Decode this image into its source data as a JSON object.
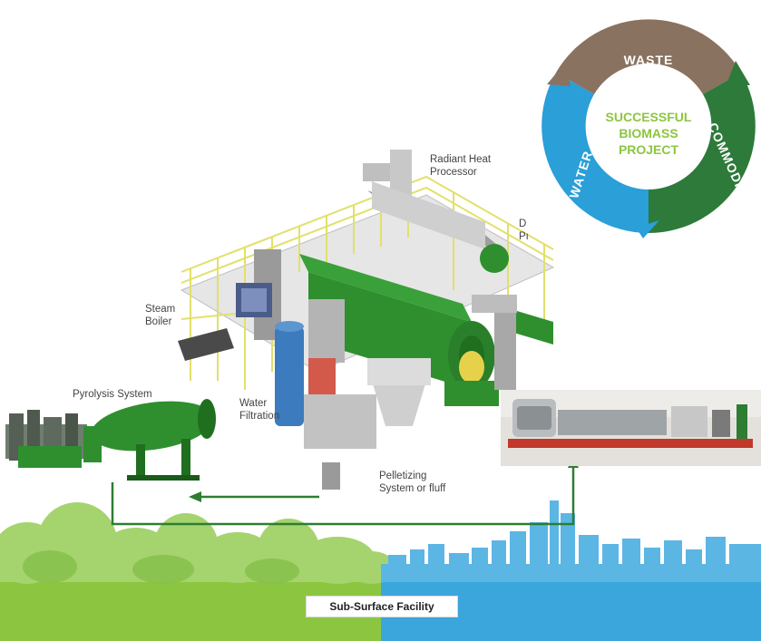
{
  "cycle": {
    "center_lines": [
      "SUCCESSFUL",
      "BIOMASS",
      "PROJECT"
    ],
    "segments": [
      {
        "label": "WASTE",
        "color": "#8a7260"
      },
      {
        "label": "COMMODITY",
        "color": "#2d7a3a"
      },
      {
        "label": "WATER",
        "color": "#2a9fd8"
      }
    ],
    "center_color": "#8cc63f"
  },
  "labels": {
    "radiant_heat": "Radiant Heat\nProcessor",
    "cut_off": "D\nPı",
    "steam_boiler": "Steam\nBoiler",
    "pyrolysis": "Pyrolysis System",
    "water_filtration": "Water\nFiltration",
    "pelletizing": "Pelletizing\nSystem or fluff"
  },
  "footer": {
    "label": "Sub-Surface Facility",
    "green": "#8cc641",
    "blue": "#3ba6dc"
  },
  "colors": {
    "arrow": "#2e7d32",
    "machine_green": "#2f8f2f",
    "rail_yellow": "#e2e06a"
  }
}
